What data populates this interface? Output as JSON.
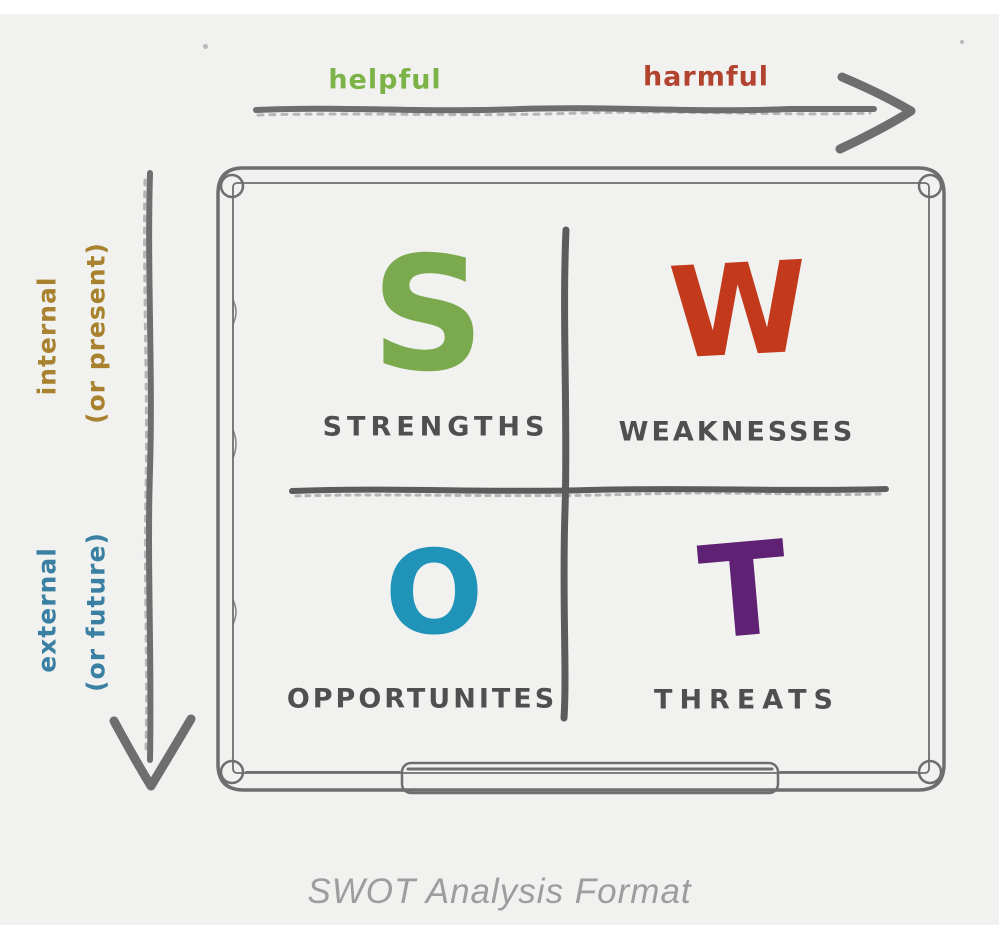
{
  "caption": {
    "text": "SWOT Analysis Format",
    "color": "#9d9d9d"
  },
  "top_axis": {
    "left_label": "helpful",
    "left_color": "#7cb347",
    "right_label": "harmful",
    "right_color": "#b2432f",
    "arrow_color": "#6e6e6e",
    "arrow_icon": "right-arrow-icon"
  },
  "side_axis": {
    "top_label": "internal",
    "top_sublabel": "(or present)",
    "top_color": "#a8822f",
    "bottom_label": "external",
    "bottom_sublabel": "(or future)",
    "bottom_color": "#3a80a2",
    "arrow_color": "#6e6e6e",
    "arrow_icon": "down-arrow-icon"
  },
  "board": {
    "frame_color": "#6e6e6e",
    "divider_color": "#5c5c5c",
    "label_color": "#4f4f4f",
    "quadrants": [
      {
        "letter": "S",
        "letter_color": "#7baa4e",
        "label": "STRENGTHS"
      },
      {
        "letter": "W",
        "letter_color": "#c2391b",
        "label": "WEAKNESSES"
      },
      {
        "letter": "O",
        "letter_color": "#2094b8",
        "label": "OPPORTUNITES"
      },
      {
        "letter": "T",
        "letter_color": "#5f2173",
        "label": "THREATS"
      }
    ]
  }
}
